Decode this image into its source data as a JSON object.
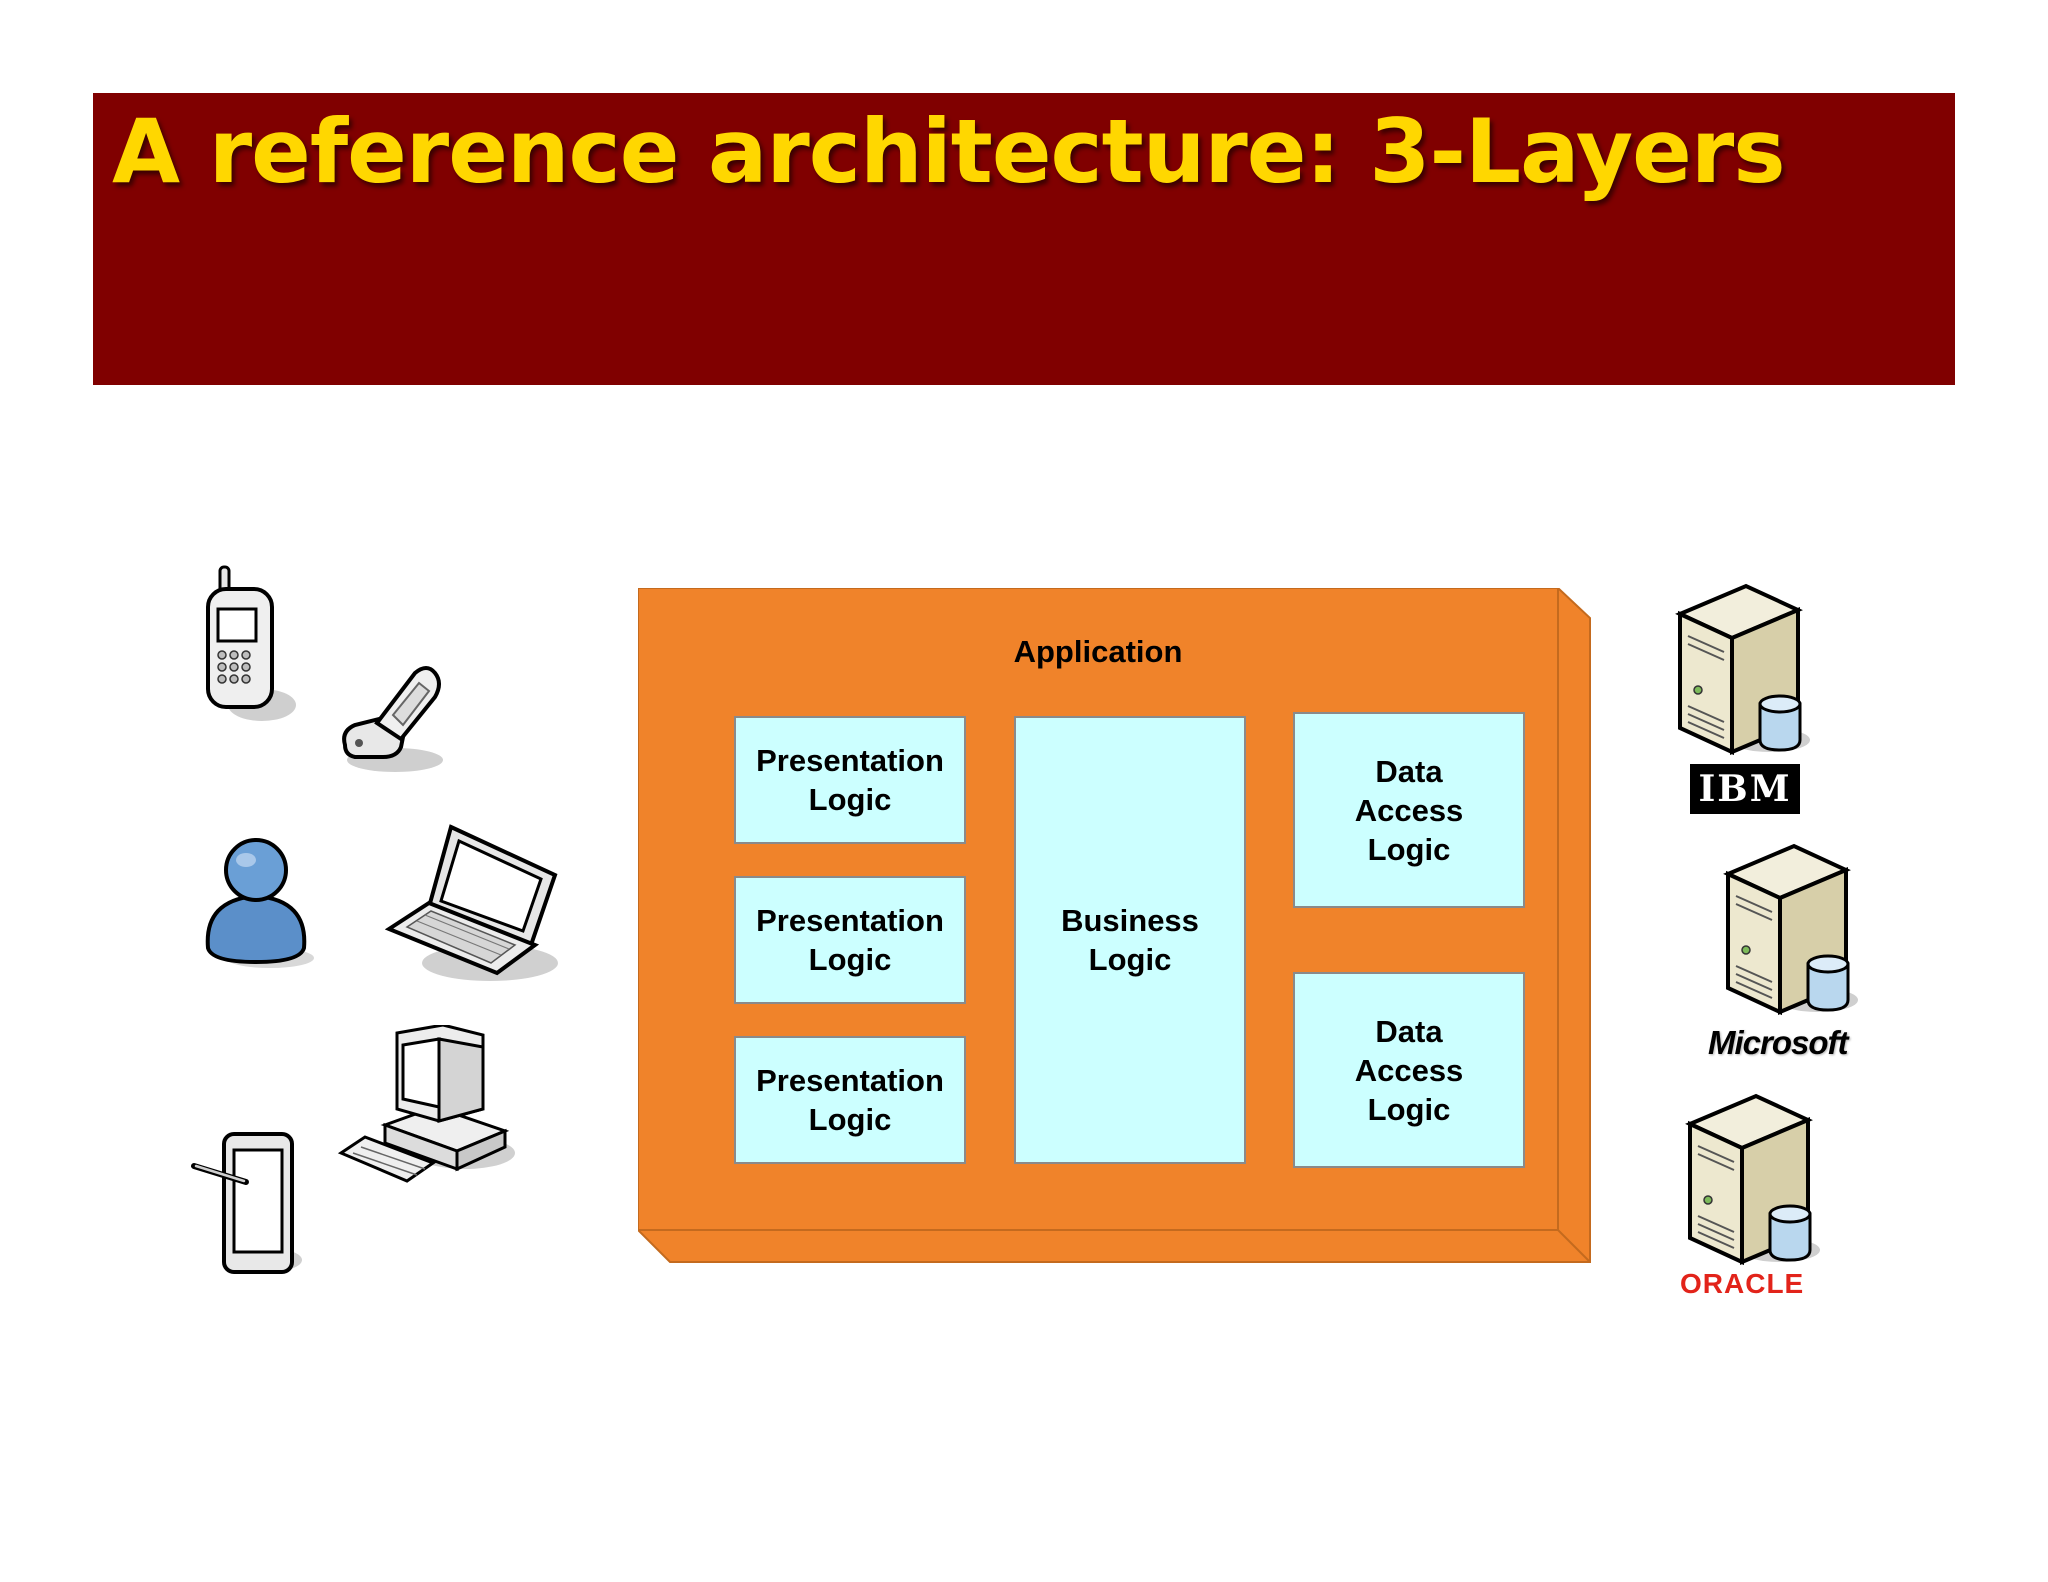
{
  "slide": {
    "title": "A reference architecture: 3-Layers",
    "banner_color": "#800000",
    "title_color": "#ffd700"
  },
  "application": {
    "label": "Application",
    "fill_color": "#f0832a",
    "box_color": "#ccffff",
    "presentation": [
      {
        "label": "Presentation\nLogic"
      },
      {
        "label": "Presentation\nLogic"
      },
      {
        "label": "Presentation\nLogic"
      }
    ],
    "business": {
      "label": "Business\nLogic"
    },
    "data_access": [
      {
        "label": "Data\nAccess\nLogic"
      },
      {
        "label": "Data\nAccess\nLogic"
      }
    ]
  },
  "clients": [
    "mobile-phone-icon",
    "flip-phone-icon",
    "user-icon",
    "laptop-icon",
    "desktop-computer-icon",
    "tablet-icon"
  ],
  "databases": [
    {
      "icon": "database-server-icon",
      "vendor": "IBM",
      "vendor_color": "#ffffff"
    },
    {
      "icon": "database-server-icon",
      "vendor": "Microsoft",
      "vendor_color": "#000000"
    },
    {
      "icon": "database-server-icon",
      "vendor": "ORACLE",
      "vendor_color": "#e2231a"
    }
  ]
}
